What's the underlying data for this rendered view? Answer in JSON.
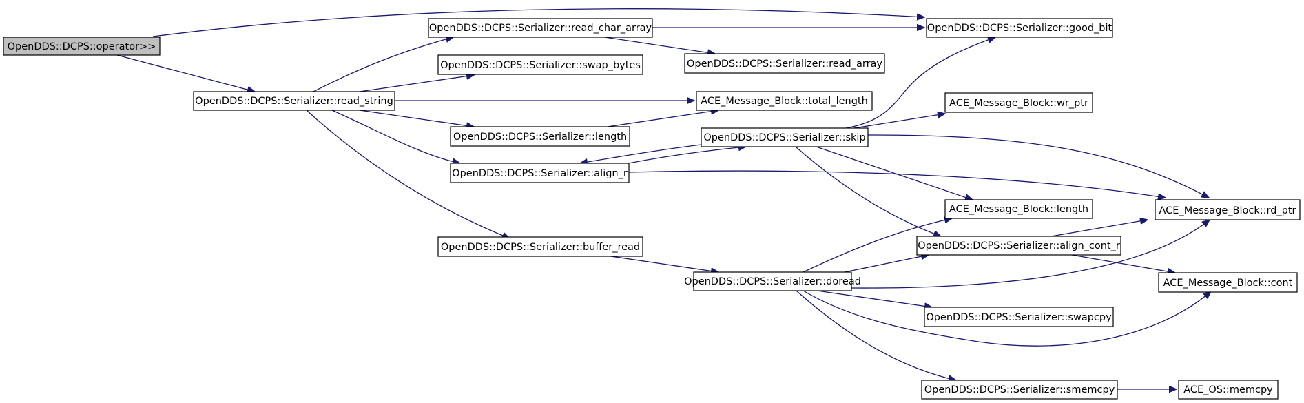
{
  "graph": {
    "title": "",
    "nodes": [
      {
        "id": "n_op",
        "label": "OpenDDS::DCPS::operator>>",
        "root": true
      },
      {
        "id": "n_read_string",
        "label": "OpenDDS::DCPS::Serializer::read_string"
      },
      {
        "id": "n_read_char_array",
        "label": "OpenDDS::DCPS::Serializer::read_char_array"
      },
      {
        "id": "n_swap_bytes",
        "label": "OpenDDS::DCPS::Serializer::swap_bytes"
      },
      {
        "id": "n_length",
        "label": "OpenDDS::DCPS::Serializer::length"
      },
      {
        "id": "n_align_r",
        "label": "OpenDDS::DCPS::Serializer::align_r"
      },
      {
        "id": "n_buffer_read",
        "label": "OpenDDS::DCPS::Serializer::buffer_read"
      },
      {
        "id": "n_read_array",
        "label": "OpenDDS::DCPS::Serializer::read_array"
      },
      {
        "id": "n_total_length",
        "label": "ACE_Message_Block::total_length"
      },
      {
        "id": "n_skip",
        "label": "OpenDDS::DCPS::Serializer::skip"
      },
      {
        "id": "n_doread",
        "label": "OpenDDS::DCPS::Serializer::doread"
      },
      {
        "id": "n_good_bit",
        "label": "OpenDDS::DCPS::Serializer::good_bit"
      },
      {
        "id": "n_wr_ptr",
        "label": "ACE_Message_Block::wr_ptr"
      },
      {
        "id": "n_mb_length",
        "label": "ACE_Message_Block::length"
      },
      {
        "id": "n_align_cont_r",
        "label": "OpenDDS::DCPS::Serializer::align_cont_r"
      },
      {
        "id": "n_swapcpy",
        "label": "OpenDDS::DCPS::Serializer::swapcpy"
      },
      {
        "id": "n_smemcpy",
        "label": "OpenDDS::DCPS::Serializer::smemcpy"
      },
      {
        "id": "n_rd_ptr",
        "label": "ACE_Message_Block::rd_ptr"
      },
      {
        "id": "n_cont",
        "label": "ACE_Message_Block::cont"
      },
      {
        "id": "n_memcpy",
        "label": "ACE_OS::memcpy"
      }
    ],
    "edges": [
      {
        "from": "n_op",
        "to": "n_good_bit"
      },
      {
        "from": "n_op",
        "to": "n_read_string"
      },
      {
        "from": "n_read_string",
        "to": "n_read_char_array"
      },
      {
        "from": "n_read_string",
        "to": "n_swap_bytes"
      },
      {
        "from": "n_read_string",
        "to": "n_total_length"
      },
      {
        "from": "n_read_string",
        "to": "n_length"
      },
      {
        "from": "n_read_string",
        "to": "n_align_r"
      },
      {
        "from": "n_read_string",
        "to": "n_buffer_read"
      },
      {
        "from": "n_read_char_array",
        "to": "n_good_bit"
      },
      {
        "from": "n_read_char_array",
        "to": "n_read_array"
      },
      {
        "from": "n_length",
        "to": "n_total_length"
      },
      {
        "from": "n_align_r",
        "to": "n_skip"
      },
      {
        "from": "n_align_r",
        "to": "n_rd_ptr"
      },
      {
        "from": "n_skip",
        "to": "n_align_r"
      },
      {
        "from": "n_skip",
        "to": "n_good_bit"
      },
      {
        "from": "n_skip",
        "to": "n_wr_ptr"
      },
      {
        "from": "n_skip",
        "to": "n_rd_ptr"
      },
      {
        "from": "n_skip",
        "to": "n_mb_length"
      },
      {
        "from": "n_skip",
        "to": "n_align_cont_r"
      },
      {
        "from": "n_buffer_read",
        "to": "n_doread"
      },
      {
        "from": "n_doread",
        "to": "n_mb_length"
      },
      {
        "from": "n_doread",
        "to": "n_align_cont_r"
      },
      {
        "from": "n_doread",
        "to": "n_rd_ptr"
      },
      {
        "from": "n_doread",
        "to": "n_swapcpy"
      },
      {
        "from": "n_doread",
        "to": "n_cont"
      },
      {
        "from": "n_doread",
        "to": "n_smemcpy"
      },
      {
        "from": "n_align_cont_r",
        "to": "n_rd_ptr"
      },
      {
        "from": "n_align_cont_r",
        "to": "n_cont"
      },
      {
        "from": "n_smemcpy",
        "to": "n_memcpy"
      }
    ]
  },
  "colors": {
    "edge": "#191970",
    "node_border": "#000000",
    "node_fill": "#ffffff",
    "root_fill": "#bfbfbf",
    "background": "#ffffff"
  }
}
